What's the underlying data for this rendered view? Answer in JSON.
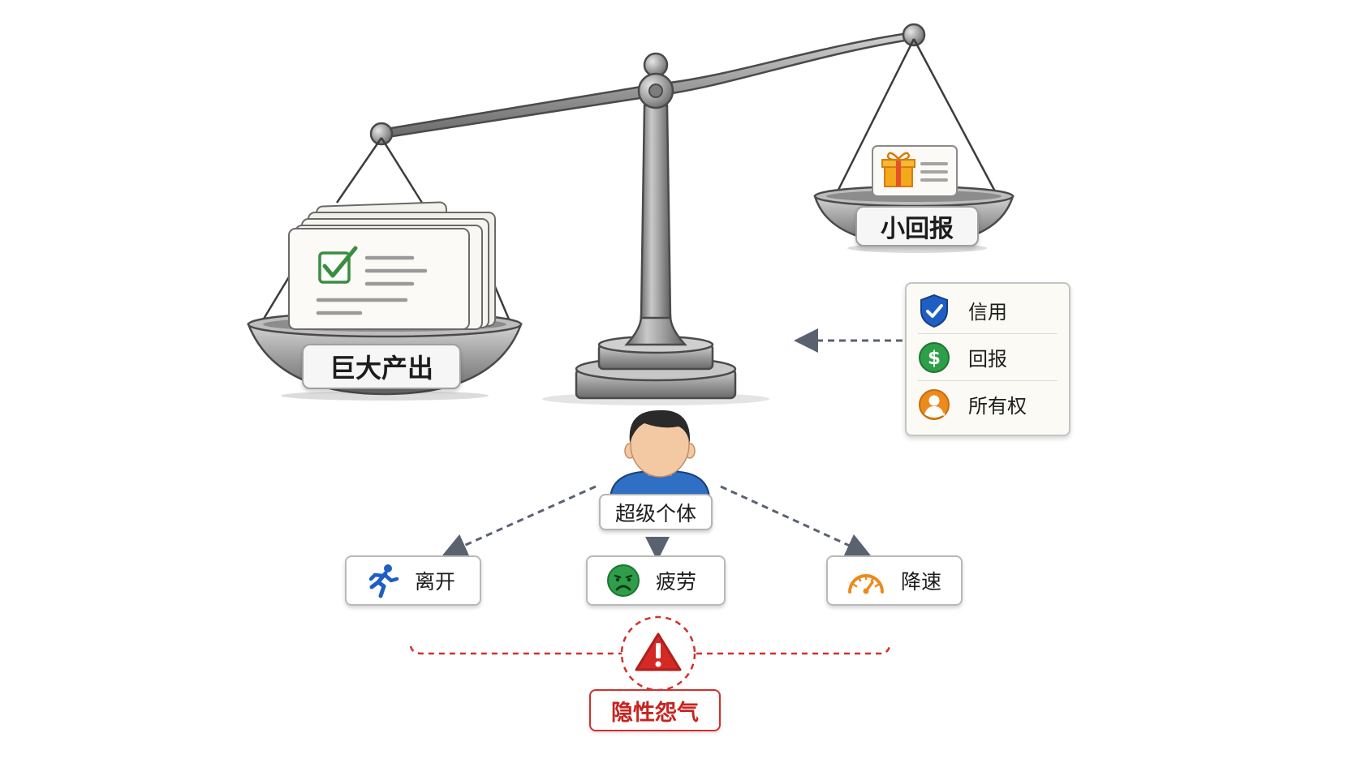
{
  "scale": {
    "left_label": "巨大产出",
    "right_label": "小回报"
  },
  "factors": [
    {
      "label": "信用",
      "icon": "shield-check-icon",
      "color": "#1f5fc4"
    },
    {
      "label": "回报",
      "icon": "dollar-coin-icon",
      "color": "#2e9e48"
    },
    {
      "label": "所有权",
      "icon": "person-badge-icon",
      "color": "#ec8a1c"
    }
  ],
  "person": {
    "label": "超级个体"
  },
  "outcomes": [
    {
      "label": "离开",
      "icon": "running-person-icon",
      "color": "#1f5fc4"
    },
    {
      "label": "疲劳",
      "icon": "sad-face-icon",
      "color": "#2e9e48"
    },
    {
      "label": "降速",
      "icon": "speedometer-icon",
      "color": "#ec8a1c"
    }
  ],
  "warning": {
    "label": "隐性怨气",
    "icon": "warning-triangle-icon",
    "color": "#d0312d"
  }
}
